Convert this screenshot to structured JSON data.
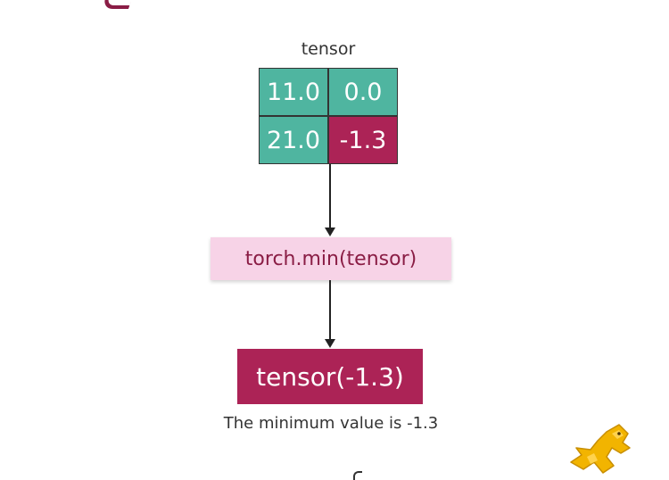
{
  "diagram": {
    "input_label": "tensor",
    "matrix": [
      [
        "11.0",
        "0.0"
      ],
      [
        "21.0",
        "-1.3"
      ]
    ],
    "function_label": "torch.min(tensor)",
    "result_label": "tensor(-1.3)",
    "caption": "The minimum value is -1.3"
  },
  "colors": {
    "cell_default": "#4fb5a0",
    "cell_highlight": "#ac2356",
    "function_box": "#f7d3e7",
    "function_text": "#8a1d45",
    "result_box": "#ac2356",
    "mascot": "#f2b400"
  },
  "icons": {
    "mascot": "yellow-mascot-icon"
  }
}
